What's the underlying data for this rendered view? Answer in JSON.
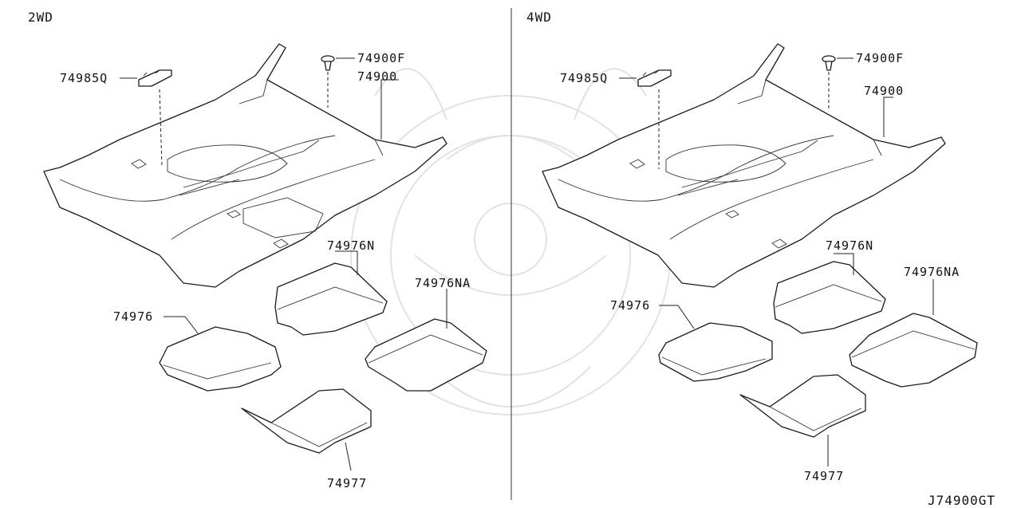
{
  "diagram_id": "J74900GT",
  "sections": [
    {
      "title": "2WD",
      "labels": {
        "clip": "74985Q",
        "grommet": "74900F",
        "floor_carpet": "74900",
        "mat_front_right": "74976N",
        "mat_rear_right": "74976NA",
        "mat_front_left": "74976",
        "mat_rear_left": "74977"
      }
    },
    {
      "title": "4WD",
      "labels": {
        "clip": "74985Q",
        "grommet": "74900F",
        "floor_carpet": "74900",
        "mat_front_right": "74976N",
        "mat_rear_right": "74976NA",
        "mat_front_left": "74976",
        "mat_rear_left": "74977"
      }
    }
  ]
}
